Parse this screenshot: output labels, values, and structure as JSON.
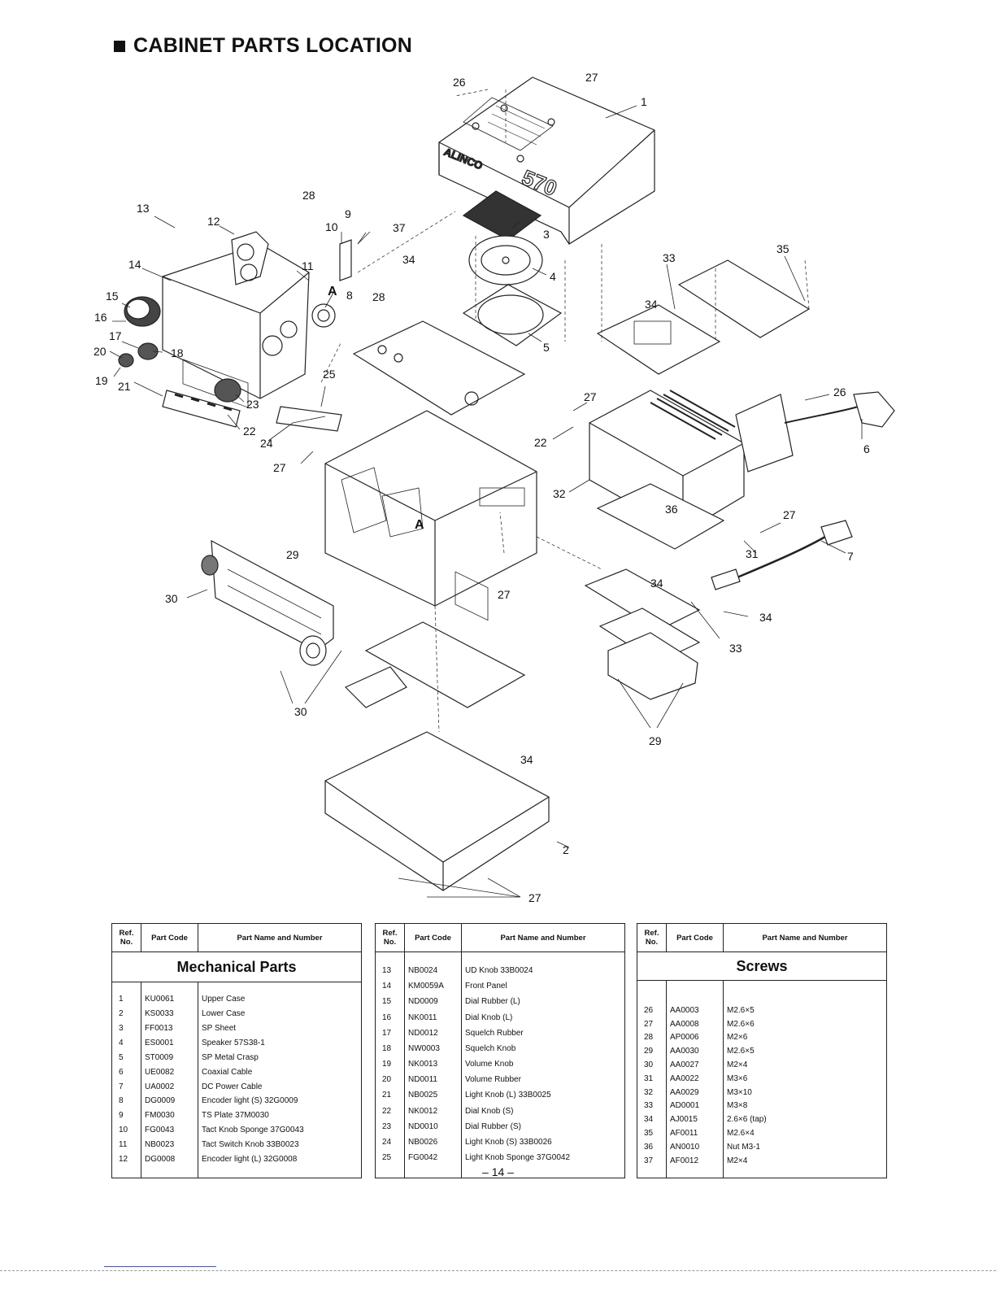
{
  "page": {
    "heading": "CABINET PARTS LOCATION",
    "page_number": "– 14 –"
  },
  "diagram": {
    "brand_label": "ALINCO",
    "model_label": "570",
    "section_letter": "A",
    "callouts": [
      "1",
      "2",
      "3",
      "4",
      "5",
      "6",
      "7",
      "8",
      "9",
      "10",
      "11",
      "12",
      "13",
      "14",
      "15",
      "16",
      "17",
      "18",
      "19",
      "20",
      "21",
      "22",
      "23",
      "24",
      "25",
      "26",
      "27",
      "28",
      "29",
      "30",
      "31",
      "32",
      "33",
      "34",
      "35",
      "36",
      "37"
    ]
  },
  "tables": {
    "headers": {
      "ref": "Ref. No.",
      "code": "Part Code",
      "name": "Part Name and Number"
    },
    "mechanical": {
      "title": "Mechanical Parts",
      "rows": [
        {
          "ref": "1",
          "code": "KU0061",
          "name": "Upper Case"
        },
        {
          "ref": "2",
          "code": "KS0033",
          "name": "Lower Case"
        },
        {
          "ref": "3",
          "code": "FF0013",
          "name": "SP Sheet"
        },
        {
          "ref": "4",
          "code": "ES0001",
          "name": "Speaker 57S38-1"
        },
        {
          "ref": "5",
          "code": "ST0009",
          "name": "SP Metal Crasp"
        },
        {
          "ref": "6",
          "code": "UE0082",
          "name": "Coaxial Cable"
        },
        {
          "ref": "7",
          "code": "UA0002",
          "name": "DC Power Cable"
        },
        {
          "ref": "8",
          "code": "DG0009",
          "name": "Encoder light (S) 32G0009"
        },
        {
          "ref": "9",
          "code": "FM0030",
          "name": "TS Plate 37M0030"
        },
        {
          "ref": "10",
          "code": "FG0043",
          "name": "Tact Knob Sponge 37G0043"
        },
        {
          "ref": "11",
          "code": "NB0023",
          "name": "Tact Switch Knob 33B0023"
        },
        {
          "ref": "12",
          "code": "DG0008",
          "name": "Encoder light (L) 32G0008"
        }
      ]
    },
    "knobs": {
      "rows": [
        {
          "ref": "13",
          "code": "NB0024",
          "name": "UD Knob 33B0024"
        },
        {
          "ref": "14",
          "code": "KM0059A",
          "name": "Front Panel"
        },
        {
          "ref": "15",
          "code": "ND0009",
          "name": "Dial Rubber (L)"
        },
        {
          "ref": "16",
          "code": "NK0011",
          "name": "Dial Knob (L)"
        },
        {
          "ref": "17",
          "code": "ND0012",
          "name": "Squelch Rubber"
        },
        {
          "ref": "18",
          "code": "NW0003",
          "name": "Squelch Knob"
        },
        {
          "ref": "19",
          "code": "NK0013",
          "name": "Volume Knob"
        },
        {
          "ref": "20",
          "code": "ND0011",
          "name": "Volume Rubber"
        },
        {
          "ref": "21",
          "code": "NB0025",
          "name": "Light Knob (L) 33B0025"
        },
        {
          "ref": "22",
          "code": "NK0012",
          "name": "Dial Knob (S)"
        },
        {
          "ref": "23",
          "code": "ND0010",
          "name": "Dial Rubber (S)"
        },
        {
          "ref": "24",
          "code": "NB0026",
          "name": "Light Knob (S) 33B0026"
        },
        {
          "ref": "25",
          "code": "FG0042",
          "name": "Light Knob Sponge 37G0042"
        }
      ]
    },
    "screws": {
      "title": "Screws",
      "rows": [
        {
          "ref": "26",
          "code": "AA0003",
          "name": "M2.6×5"
        },
        {
          "ref": "27",
          "code": "AA0008",
          "name": "M2.6×6"
        },
        {
          "ref": "28",
          "code": "AP0006",
          "name": "M2×6"
        },
        {
          "ref": "29",
          "code": "AA0030",
          "name": "M2.6×5"
        },
        {
          "ref": "30",
          "code": "AA0027",
          "name": "M2×4"
        },
        {
          "ref": "31",
          "code": "AA0022",
          "name": "M3×6"
        },
        {
          "ref": "32",
          "code": "AA0029",
          "name": "M3×10"
        },
        {
          "ref": "33",
          "code": "AD0001",
          "name": "M3×8"
        },
        {
          "ref": "34",
          "code": "AJ0015",
          "name": "2.6×6 (tap)"
        },
        {
          "ref": "35",
          "code": "AF0011",
          "name": "M2.6×4"
        },
        {
          "ref": "36",
          "code": "AN0010",
          "name": "Nut M3-1"
        },
        {
          "ref": "37",
          "code": "AF0012",
          "name": "M2×4"
        }
      ]
    }
  }
}
